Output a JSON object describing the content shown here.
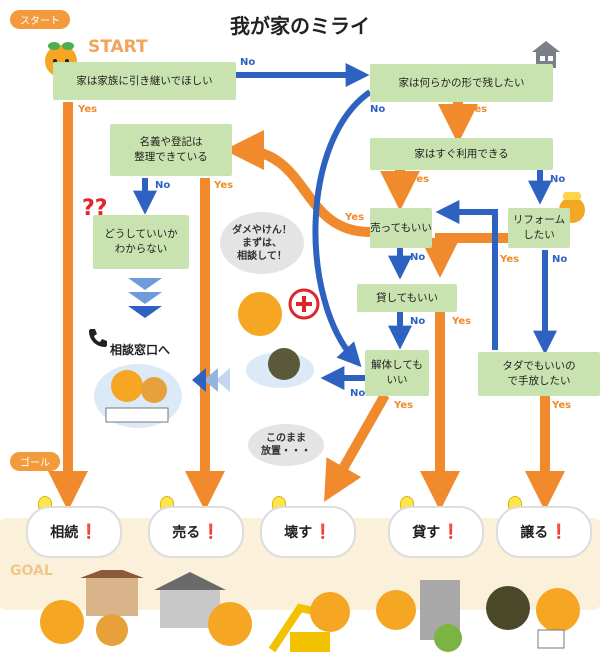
{
  "title": "我が家のミライ",
  "tags": {
    "start": "スタート",
    "goal": "ゴール"
  },
  "start_label": "START",
  "goal_label": "GOAL",
  "boxes": {
    "b1": "家は家族に引き継いでほしい",
    "b2": "家は何らかの形で残したい",
    "b3": "家はすぐ利用できる",
    "b4": "名義や登記は\n整理できている",
    "b5": "売ってもいい",
    "b6": "リフォーム\nしたい",
    "b7": "どうしていいか\nわからない",
    "b8": "貸してもいい",
    "b9": "解体しても\nいい",
    "b10": "タダでもいいの\nで手放したい"
  },
  "labels": {
    "yes": "Yes",
    "no": "No"
  },
  "consult": "相談窓口へ",
  "speech1": "ダメやけん！\nまずは、\n相談して！",
  "speech2": "このまま\n放置・・・",
  "goals": [
    "相続",
    "売る",
    "壊す",
    "貸す",
    "譲る"
  ],
  "goal_mark": "❗",
  "colors": {
    "box": "#c9e3b0",
    "yes_arrow": "#f08a2c",
    "no_arrow": "#2d62c0",
    "goal_band": "#fbf0da"
  }
}
